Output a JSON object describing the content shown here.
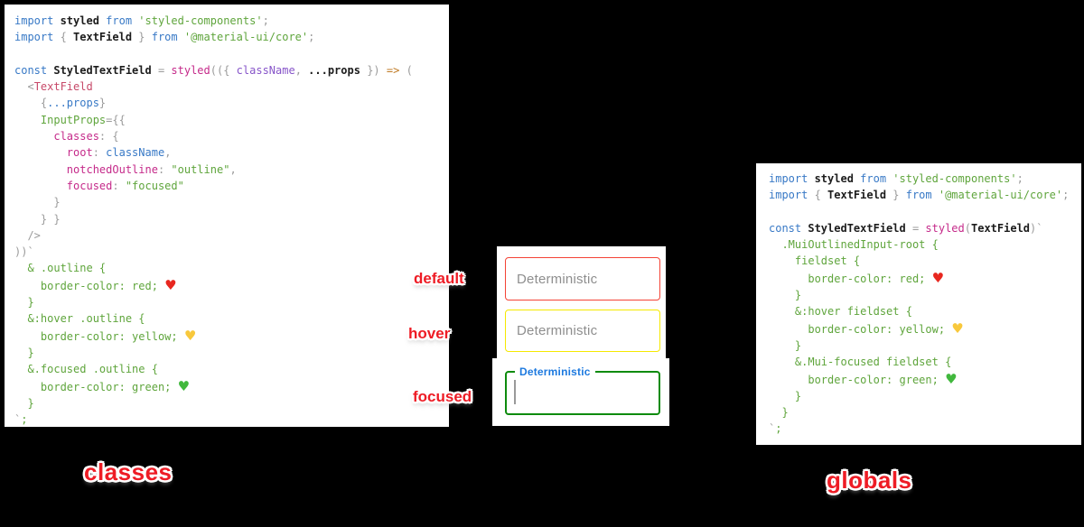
{
  "colors": {
    "kw": "#3879c6",
    "id": "#1c1c1c",
    "pun": "#9b9b9b",
    "str": "#5fa53c",
    "grn": "#5fa53c",
    "mag": "#c52a8a",
    "pur": "#8755c9",
    "tag": "#c74969",
    "arr": "#bf7a24",
    "heart-red": "#e8271f",
    "heart-yellow": "#f8c83c",
    "heart-green": "#41b83d",
    "label-red": "#ee1c25",
    "field-default-border": "#f44336",
    "field-hover-border": "#f5e900",
    "field-focused-border": "#0e8b0e",
    "focused-label-blue": "#1c79df",
    "placeholder-gray": "#8e8e8e"
  },
  "left_code": {
    "lines": [
      [
        [
          "kw",
          "import "
        ],
        [
          "id",
          "styled "
        ],
        [
          "kw",
          "from "
        ],
        [
          "str",
          "'styled-components'"
        ],
        [
          "pun",
          ";"
        ]
      ],
      [
        [
          "kw",
          "import "
        ],
        [
          "pun",
          "{ "
        ],
        [
          "id",
          "TextField "
        ],
        [
          "pun",
          "} "
        ],
        [
          "kw",
          "from "
        ],
        [
          "str",
          "'@material-ui/core'"
        ],
        [
          "pun",
          ";"
        ]
      ],
      [],
      [
        [
          "kw",
          "const "
        ],
        [
          "id",
          "StyledTextField "
        ],
        [
          "pun",
          "= "
        ],
        [
          "mag",
          "styled"
        ],
        [
          "pun",
          "(({ "
        ],
        [
          "pur",
          "className"
        ],
        [
          "pun",
          ", "
        ],
        [
          "id",
          "...props "
        ],
        [
          "pun",
          "}) "
        ],
        [
          "arr",
          "=> "
        ],
        [
          "pun",
          "("
        ]
      ],
      [
        [
          "pun",
          "  <"
        ],
        [
          "tag",
          "TextField"
        ]
      ],
      [
        [
          "pun",
          "    {"
        ],
        [
          "kw",
          "...props"
        ],
        [
          "pun",
          "}"
        ]
      ],
      [
        [
          "grn",
          "    InputProps"
        ],
        [
          "pun",
          "={{"
        ]
      ],
      [
        [
          "mag",
          "      classes"
        ],
        [
          "pun",
          ": {"
        ]
      ],
      [
        [
          "mag",
          "        root"
        ],
        [
          "pun",
          ": "
        ],
        [
          "kw",
          "className"
        ],
        [
          "pun",
          ","
        ]
      ],
      [
        [
          "mag",
          "        notchedOutline"
        ],
        [
          "pun",
          ": "
        ],
        [
          "str",
          "\"outline\""
        ],
        [
          "pun",
          ","
        ]
      ],
      [
        [
          "mag",
          "        focused"
        ],
        [
          "pun",
          ": "
        ],
        [
          "str",
          "\"focused\""
        ]
      ],
      [
        [
          "pun",
          "      }"
        ]
      ],
      [
        [
          "pun",
          "    } }"
        ]
      ],
      [
        [
          "pun",
          "  />"
        ]
      ],
      [
        [
          "pun",
          "))`"
        ]
      ],
      [
        [
          "grn",
          "  & .outline {"
        ]
      ],
      [
        [
          "grn",
          "    border-color: red; "
        ],
        [
          "hr",
          "♥"
        ]
      ],
      [
        [
          "grn",
          "  }"
        ]
      ],
      [
        [
          "grn",
          "  &:hover .outline {"
        ]
      ],
      [
        [
          "grn",
          "    border-color: yellow; "
        ],
        [
          "hy",
          "♥"
        ]
      ],
      [
        [
          "grn",
          "  }"
        ]
      ],
      [
        [
          "grn",
          "  &.focused .outline {"
        ]
      ],
      [
        [
          "grn",
          "    border-color: green; "
        ],
        [
          "hg",
          "♥"
        ]
      ],
      [
        [
          "grn",
          "  }"
        ]
      ],
      [
        [
          "pun",
          "`"
        ],
        [
          "grn",
          ";"
        ]
      ]
    ]
  },
  "right_code": {
    "lines": [
      [
        [
          "kw",
          "import "
        ],
        [
          "id",
          "styled "
        ],
        [
          "kw",
          "from "
        ],
        [
          "str",
          "'styled-components'"
        ],
        [
          "pun",
          ";"
        ]
      ],
      [
        [
          "kw",
          "import "
        ],
        [
          "pun",
          "{ "
        ],
        [
          "id",
          "TextField "
        ],
        [
          "pun",
          "} "
        ],
        [
          "kw",
          "from "
        ],
        [
          "str",
          "'@material-ui/core'"
        ],
        [
          "pun",
          ";"
        ]
      ],
      [],
      [
        [
          "kw",
          "const "
        ],
        [
          "id",
          "StyledTextField "
        ],
        [
          "pun",
          "= "
        ],
        [
          "mag",
          "styled"
        ],
        [
          "pun",
          "("
        ],
        [
          "id",
          "TextField"
        ],
        [
          "pun",
          ")`"
        ]
      ],
      [
        [
          "grn",
          "  .MuiOutlinedInput-root {"
        ]
      ],
      [
        [
          "grn",
          "    fieldset {"
        ]
      ],
      [
        [
          "grn",
          "      border-color: red; "
        ],
        [
          "hr",
          "♥"
        ]
      ],
      [
        [
          "grn",
          "    }"
        ]
      ],
      [
        [
          "grn",
          "    &:hover fieldset {"
        ]
      ],
      [
        [
          "grn",
          "      border-color: yellow; "
        ],
        [
          "hy",
          "♥"
        ]
      ],
      [
        [
          "grn",
          "    }"
        ]
      ],
      [
        [
          "grn",
          "    &.Mui-focused fieldset {"
        ]
      ],
      [
        [
          "grn",
          "      border-color: green; "
        ],
        [
          "hg",
          "♥"
        ]
      ],
      [
        [
          "grn",
          "    }"
        ]
      ],
      [
        [
          "grn",
          "  }"
        ]
      ],
      [
        [
          "pun",
          "`"
        ],
        [
          "grn",
          ";"
        ]
      ]
    ]
  },
  "middle": {
    "fields": [
      {
        "state": "default",
        "placeholder": "Deterministic",
        "border_color": "#f44336"
      },
      {
        "state": "hover",
        "placeholder": "Deterministic",
        "border_color": "#f5e900"
      },
      {
        "state": "focused",
        "label": "Deterministic",
        "border_color": "#0e8b0e",
        "label_color": "#1c79df"
      }
    ]
  },
  "labels": {
    "default": "default",
    "hover": "hover",
    "focused": "focused",
    "classes": "classes",
    "globals": "globals"
  }
}
